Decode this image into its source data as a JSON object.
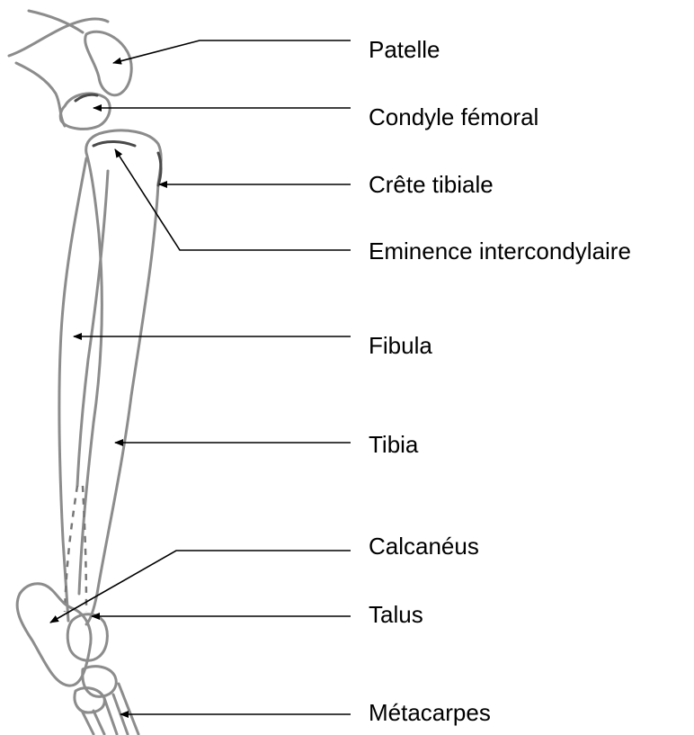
{
  "labels": {
    "patelle": "Patelle",
    "condyle_femoral": "Condyle fémoral",
    "crete_tibiale": "Crête tibiale",
    "eminence_intercondylaire": "Eminence intercondylaire",
    "fibula": "Fibula",
    "tibia": "Tibia",
    "calcaneus": "Calcanéus",
    "talus": "Talus",
    "metacarpes": "Métacarpes"
  }
}
